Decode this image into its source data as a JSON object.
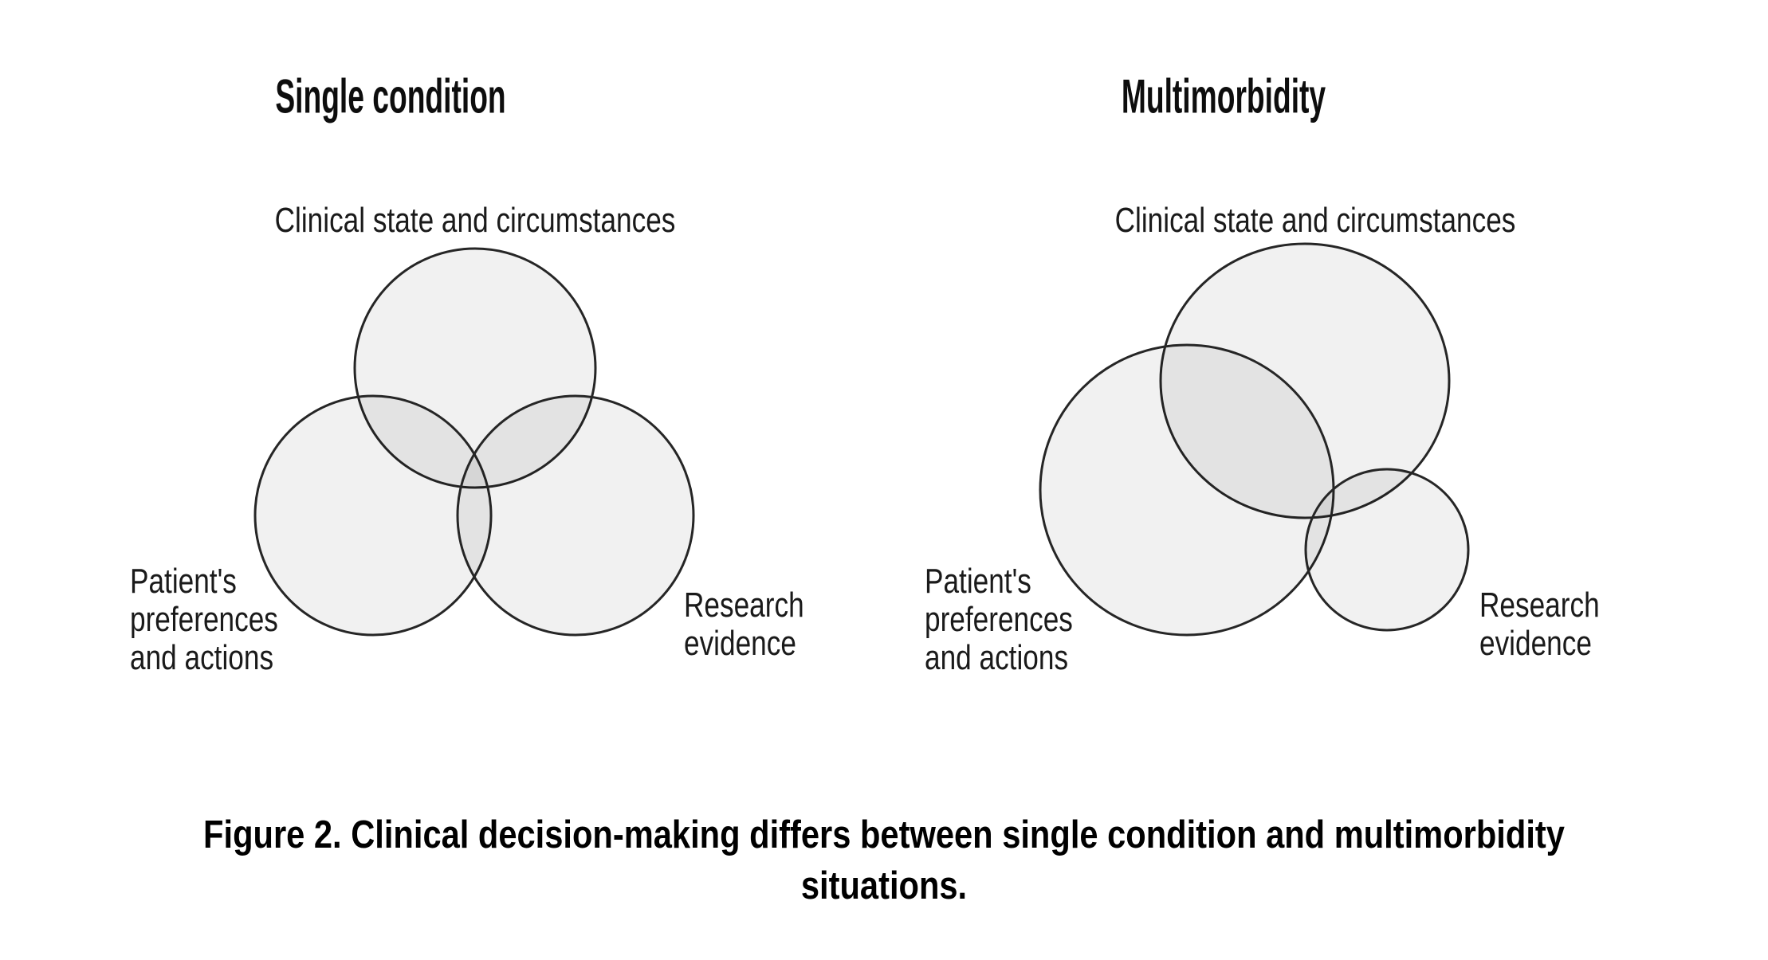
{
  "figure": {
    "caption": "Figure 2. Clinical decision-making differs between single condition and multimorbidity\nsituations."
  },
  "diagrams": {
    "single": {
      "title": "Single condition",
      "clinical_label": "Clinical state and circumstances",
      "patient_label": "Patient's\npreferences\nand actions",
      "research_label": "Research\nevidence"
    },
    "multi": {
      "title": "Multimorbidity",
      "clinical_label": "Clinical state and circumstances",
      "patient_label": "Patient's\npreferences\nand actions",
      "research_label": "Research\nevidence"
    }
  },
  "style": {
    "circle_fill": "rgba(0,0,0,0.055)",
    "circle_stroke": "#262626",
    "circle_stroke_width": "3",
    "background": "#ffffff",
    "text_color": "#1a1a1a"
  }
}
